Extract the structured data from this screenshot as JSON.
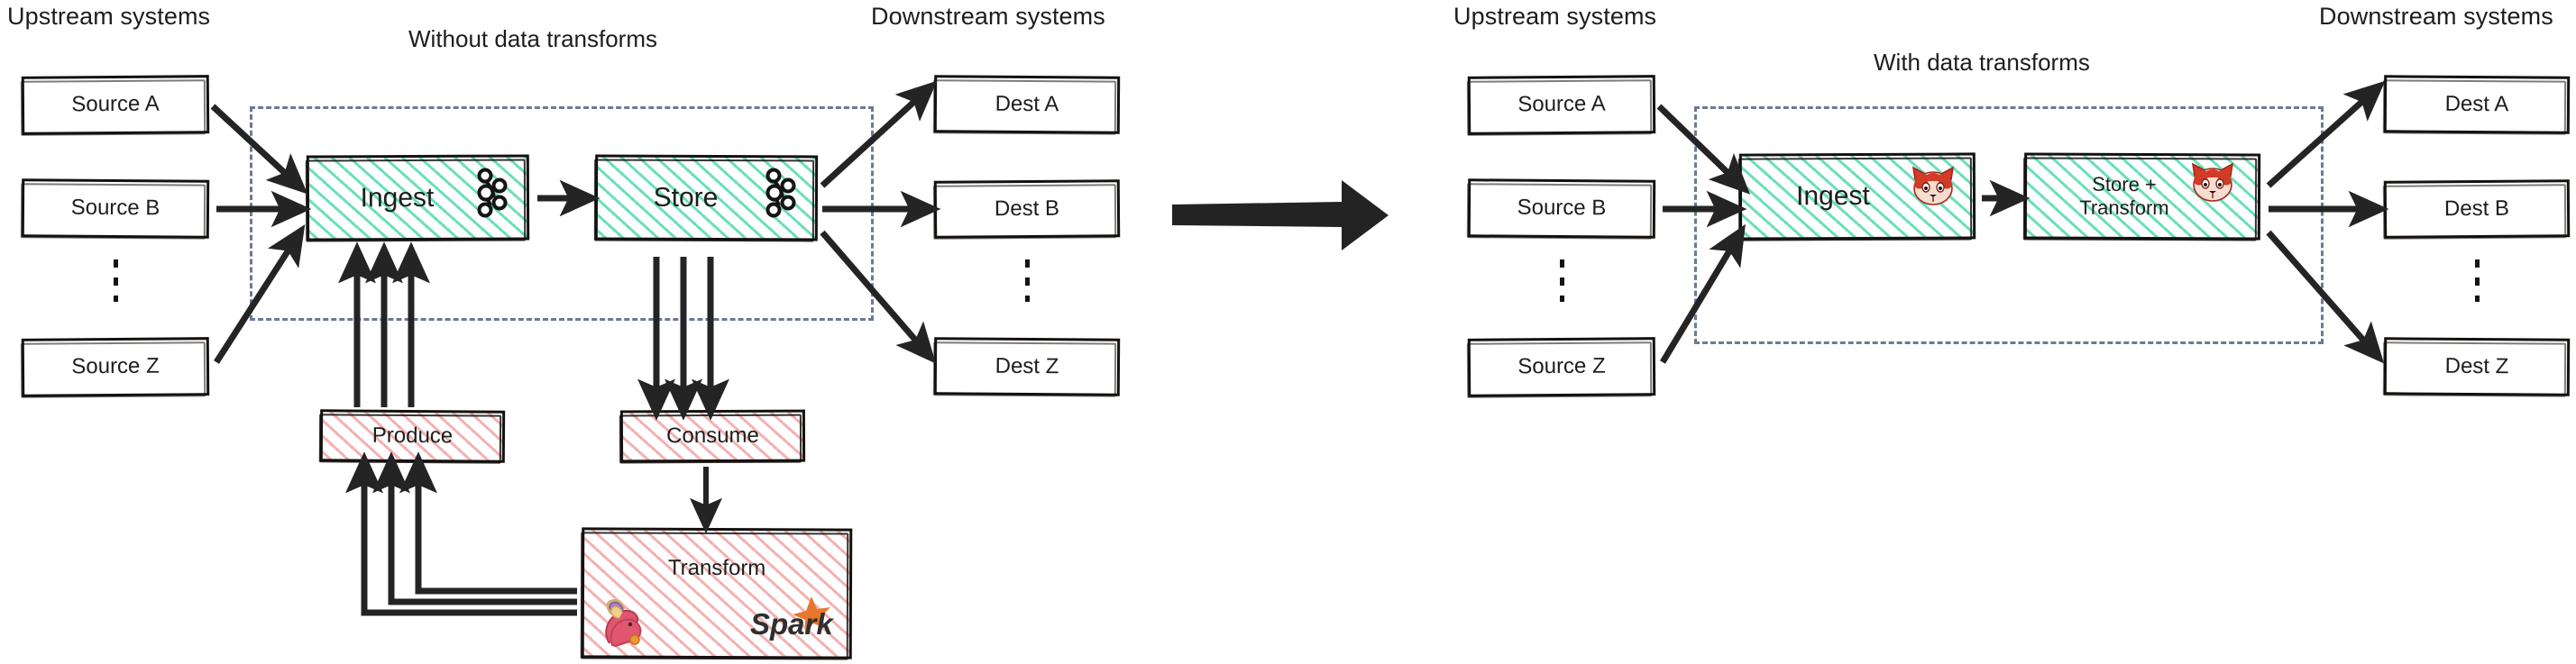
{
  "diagram": {
    "title_left": "Without data transforms",
    "title_right": "With data transforms"
  },
  "left_panel": {
    "upstream_header": "Upstream systems",
    "downstream_header": "Downstream systems",
    "panel_title": "Without data transforms",
    "sources": [
      {
        "label": "Source A"
      },
      {
        "label": "Source B"
      },
      {
        "label": "Source Z"
      }
    ],
    "pipeline": [
      {
        "label": "Ingest",
        "icon": "kafka-icon",
        "fill": "green"
      },
      {
        "label": "Store",
        "icon": "kafka-icon",
        "fill": "green"
      }
    ],
    "external": [
      {
        "label": "Produce",
        "fill": "red"
      },
      {
        "label": "Consume",
        "fill": "red"
      },
      {
        "label": "Transform",
        "fill": "red",
        "icons": [
          "flink-icon",
          "spark-icon"
        ]
      }
    ],
    "transform_logos": {
      "flink": "flink-squirrel-icon",
      "spark": "Spark"
    },
    "destinations": [
      {
        "label": "Dest A"
      },
      {
        "label": "Dest B"
      },
      {
        "label": "Dest Z"
      }
    ]
  },
  "right_panel": {
    "upstream_header": "Upstream systems",
    "downstream_header": "Downstream systems",
    "panel_title": "With data transforms",
    "sources": [
      {
        "label": "Source A"
      },
      {
        "label": "Source B"
      },
      {
        "label": "Source Z"
      }
    ],
    "pipeline": [
      {
        "label": "Ingest",
        "icon": "redpanda-icon",
        "fill": "green"
      },
      {
        "label": "Store +\nTransform",
        "line1": "Store +",
        "line2": "Transform",
        "icon": "redpanda-icon",
        "fill": "green"
      }
    ],
    "destinations": [
      {
        "label": "Dest A"
      },
      {
        "label": "Dest B"
      },
      {
        "label": "Dest Z"
      }
    ]
  },
  "center": {
    "transition_arrow": "big-right-arrow-icon"
  },
  "colors": {
    "ink": "#141414",
    "green_hatch": "#39d4a6",
    "red_hatch": "#f3a3a3",
    "dashed_border": "#6b7a93",
    "spark_orange": "#e8762c",
    "redpanda_red": "#d13b28"
  }
}
